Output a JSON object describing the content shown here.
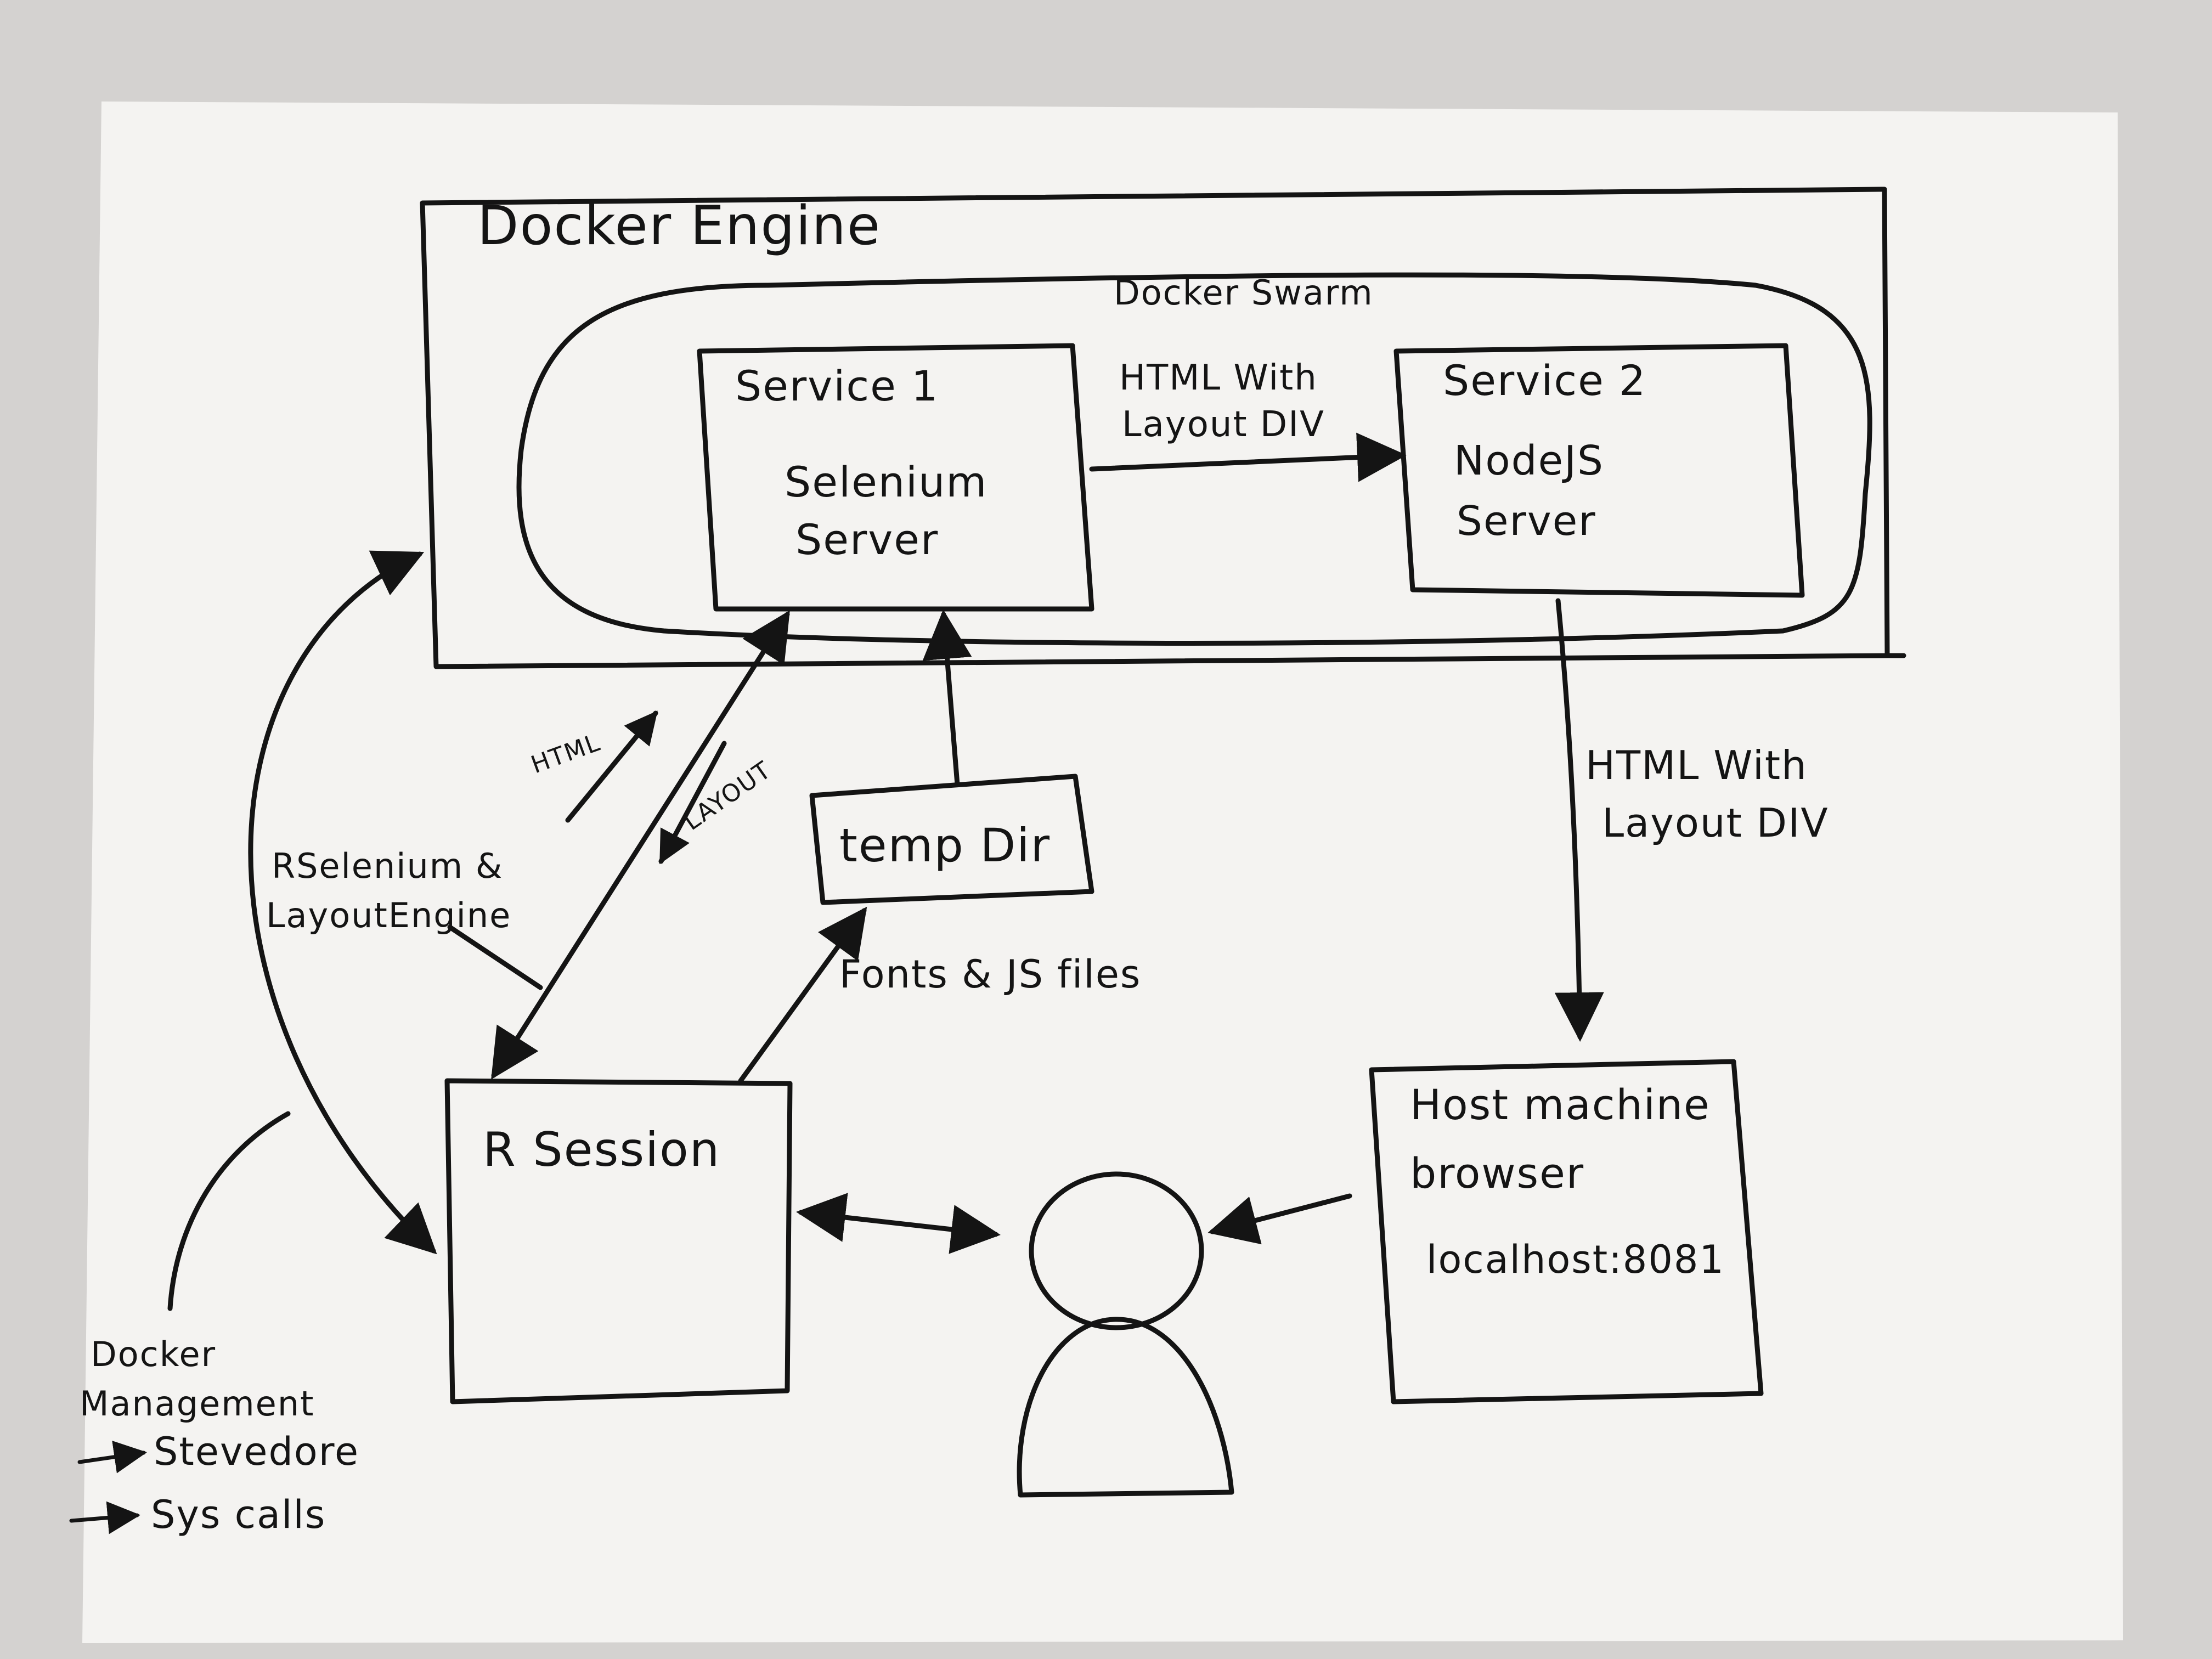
{
  "labels": {
    "docker_engine": "Docker Engine",
    "docker_swarm": "Docker Swarm",
    "service1_title": "Service 1",
    "service1_line1": "Selenium",
    "service1_line2": "Server",
    "service2_title": "Service 2",
    "service2_line1": "NodeJS",
    "service2_line2": "Server",
    "edge_s1_s2_line1": "HTML With",
    "edge_s1_s2_line2": "Layout DIV",
    "edge_s2_host_line1": "HTML With",
    "edge_s2_host_line2": "Layout DIV",
    "temp_dir": "temp Dir",
    "fonts_js": "Fonts & JS files",
    "html_small": "HTML",
    "layout_small": "LAYOUT",
    "rselenium_line1": "RSelenium &",
    "rselenium_line2": "LayoutEngine",
    "r_session": "R Session",
    "host_line1": "Host machine",
    "host_line2": "browser",
    "host_line3": "localhost:8081",
    "docker_mgmt_line1": "Docker",
    "docker_mgmt_line2": "Management",
    "docker_mgmt_line3": "Stevedore",
    "docker_mgmt_line4": "Sys calls"
  },
  "colors": {
    "ink": "#141414",
    "paper": "#f4f3f1",
    "background": "#d4d2d0"
  },
  "icons": {
    "person": "person-icon"
  }
}
